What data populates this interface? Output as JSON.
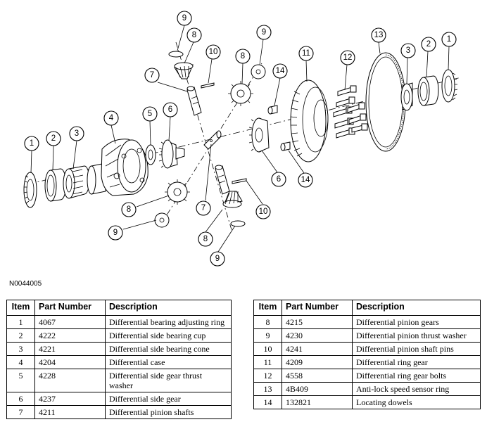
{
  "diagram": {
    "figure_id": "N0044005",
    "callouts": [
      "1",
      "2",
      "3",
      "4",
      "5",
      "6",
      "7",
      "8",
      "9",
      "10",
      "11",
      "12",
      "13",
      "14"
    ]
  },
  "table_left": {
    "headers": {
      "item": "Item",
      "part_number": "Part Number",
      "description": "Description"
    },
    "rows": [
      {
        "item": "1",
        "part_number": "4067",
        "description": "Differential bearing adjusting ring"
      },
      {
        "item": "2",
        "part_number": "4222",
        "description": "Differential side bearing cup"
      },
      {
        "item": "3",
        "part_number": "4221",
        "description": "Differential side bearing cone"
      },
      {
        "item": "4",
        "part_number": "4204",
        "description": "Differential case"
      },
      {
        "item": "5",
        "part_number": "4228",
        "description": "Differential side gear thrust washer"
      },
      {
        "item": "6",
        "part_number": "4237",
        "description": "Differential side gear"
      },
      {
        "item": "7",
        "part_number": "4211",
        "description": "Differential pinion shafts"
      }
    ]
  },
  "table_right": {
    "headers": {
      "item": "Item",
      "part_number": "Part Number",
      "description": "Description"
    },
    "rows": [
      {
        "item": "8",
        "part_number": "4215",
        "description": "Differential pinion gears"
      },
      {
        "item": "9",
        "part_number": "4230",
        "description": "Differential pinion thrust washer"
      },
      {
        "item": "10",
        "part_number": "4241",
        "description": "Differential pinion shaft pins"
      },
      {
        "item": "11",
        "part_number": "4209",
        "description": "Differential ring gear"
      },
      {
        "item": "12",
        "part_number": "4558",
        "description": "Differential ring gear bolts"
      },
      {
        "item": "13",
        "part_number": "4B409",
        "description": "Anti-lock speed sensor ring"
      },
      {
        "item": "14",
        "part_number": "132821",
        "description": "Locating dowels"
      }
    ]
  }
}
